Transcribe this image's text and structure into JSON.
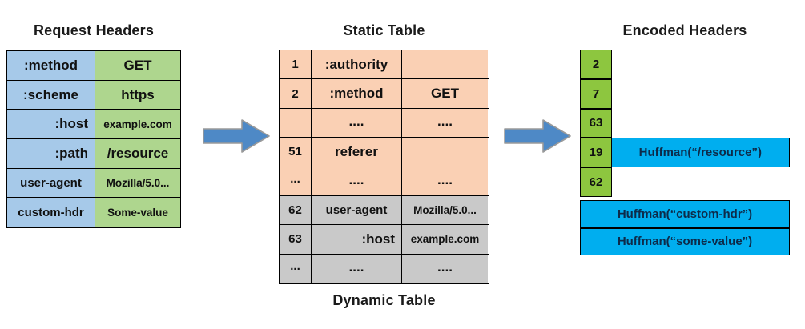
{
  "titles": {
    "request_headers": "Request Headers",
    "static_table": "Static Table",
    "dynamic_table": "Dynamic Table",
    "encoded_headers": "Encoded Headers"
  },
  "colors": {
    "header_name": "#A6C9E9",
    "header_value": "#AED68E",
    "static_row": "#FAD0B4",
    "dynamic_row": "#C9C9C9",
    "encoded_index": "#8DC63F",
    "huffman_bar": "#00AEEF",
    "arrow": "#4E89C6",
    "border": "#000000"
  },
  "request_headers": {
    "rows": [
      {
        "name": ":method",
        "value": "GET"
      },
      {
        "name": ":scheme",
        "value": "https"
      },
      {
        "name": ":host",
        "value": "example.com"
      },
      {
        "name": ":path",
        "value": "/resource"
      },
      {
        "name": "user-agent",
        "value": "Mozilla/5.0..."
      },
      {
        "name": "custom-hdr",
        "value": "Some-value"
      }
    ]
  },
  "static_dynamic_table": {
    "static_rows": [
      {
        "index": "1",
        "name": ":authority",
        "value": ""
      },
      {
        "index": "2",
        "name": ":method",
        "value": "GET"
      },
      {
        "index": "",
        "name": "....",
        "value": "...."
      },
      {
        "index": "51",
        "name": "referer",
        "value": ""
      },
      {
        "index": "...",
        "name": "....",
        "value": "...."
      }
    ],
    "dynamic_rows": [
      {
        "index": "62",
        "name": "user-agent",
        "value": "Mozilla/5.0..."
      },
      {
        "index": "63",
        "name": ":host",
        "value": "example.com"
      },
      {
        "index": "...",
        "name": "....",
        "value": "...."
      }
    ]
  },
  "encoded_headers": {
    "indices": [
      "2",
      "7",
      "63",
      "19",
      "62"
    ],
    "huffman_bars": [
      {
        "label": "Huffman(“/resource”)",
        "row": 4,
        "inset": true
      },
      {
        "label": "Huffman(“custom-hdr”)",
        "row": 6,
        "inset": false
      },
      {
        "label": "Huffman(“some-value”)",
        "row": 7,
        "inset": false
      }
    ]
  },
  "arrows": {
    "arrow_1_label": "flow-request-to-table",
    "arrow_2_label": "flow-table-to-encoded"
  }
}
